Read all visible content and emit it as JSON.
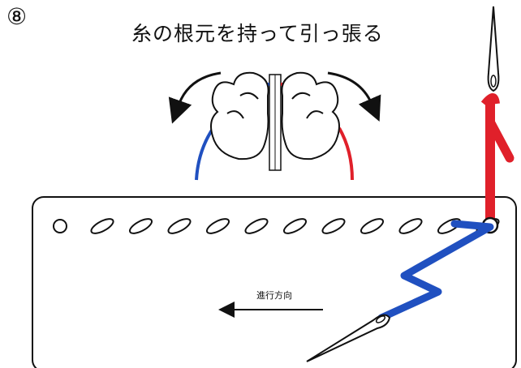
{
  "step": {
    "number": "⑧"
  },
  "title": "糸の根元を持って引っ張る",
  "direction": {
    "label": "進行方向"
  },
  "colors": {
    "red": "#e0202a",
    "blue": "#2050c0",
    "outline": "#111111"
  },
  "icons": [
    "hand-icon",
    "needle-icon",
    "arrow-icon",
    "stitch-hole-icon"
  ]
}
